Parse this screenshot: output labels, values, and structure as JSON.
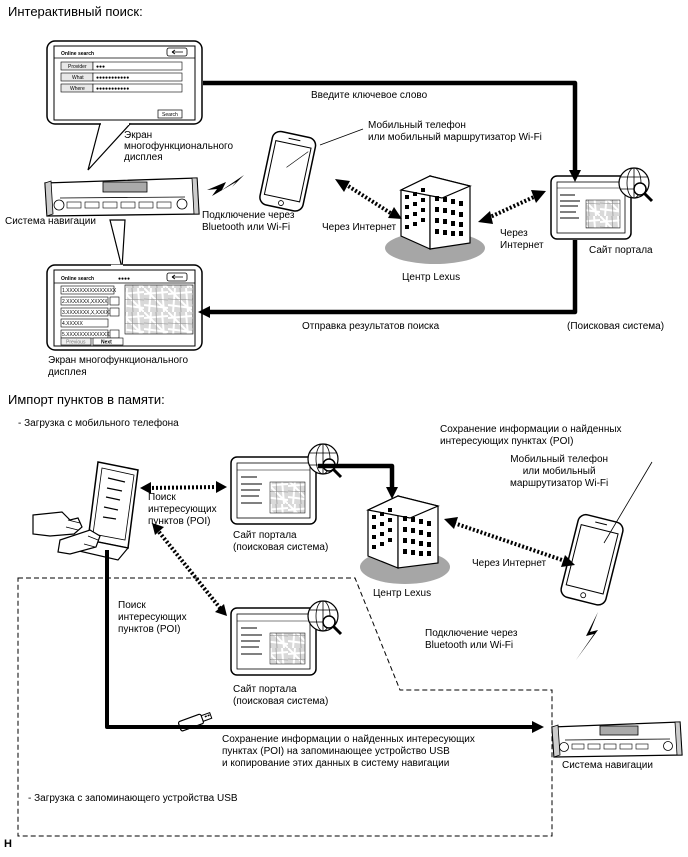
{
  "section1": {
    "heading": "Интерактивный поиск:",
    "screen_top": {
      "title": "Online search",
      "rows": [
        {
          "label": "Provider",
          "value": "●●●"
        },
        {
          "label": "What",
          "value": "●●●●●●●●●●●"
        },
        {
          "label": "Where",
          "value": "●●●●●●●●●●●"
        }
      ],
      "search_button": "Search"
    },
    "screen_bottom": {
      "title": "Online search",
      "title_dots": "●●●●",
      "results": [
        "1.XXXXXXXXXXXXXXX",
        "2.XXXXXXX,XXXXX",
        "3.XXXXXXX,X,XXXXX",
        "4.XXXXX",
        "5.XXXXXXXXXXXXXXX"
      ],
      "prev_button": "Previous",
      "next_button": "Next"
    },
    "labels": {
      "screen_top": "Экран\nмногофункционального\nдисплея",
      "nav_system": "Система навигации",
      "connection": "Подключение через\nBluetooth или Wi-Fi",
      "mobile": "Мобильный телефон\nили мобильный маршрутизатор Wi-Fi",
      "via_internet_left": "Через Интернет",
      "via_internet_right": "Через\nИнтернет",
      "lexus_center": "Центр Lexus",
      "portal_site": "Сайт портала",
      "enter_keyword": "Введите ключевое слово",
      "send_results": "Отправка результатов поиска",
      "search_system": "(Поисковая система)",
      "screen_bottom": "Экран многофункционального\nдисплея"
    }
  },
  "section2": {
    "heading": "Импорт пунктов в памяти:",
    "labels": {
      "download_mobile": "- Загрузка с мобильного телефона",
      "save_poi": "Сохранение информации о найденных\nинтересующих пунктах (POI)",
      "mobile": "Мобильный телефон\nили мобильный\nмаршрутизатор Wi-Fi",
      "poi_search_1": "Поиск\nинтересующих\nпунктов (POI)",
      "portal_1": "Сайт портала\n(поисковая система)",
      "lexus_center": "Центр Lexus",
      "via_internet": "Через Интернет",
      "poi_search_2": "Поиск\nинтересующих\nпунктов (POI)",
      "connection": "Подключение через\nBluetooth или Wi-Fi",
      "portal_2": "Сайт портала\n(поисковая система)",
      "save_usb": "Сохранение информации о найденных интересующих\nпунктах (POI) на запоминающее устройство USB\nи копирование этих данных в систему навигации",
      "nav_system": "Система навигации",
      "download_usb": "- Загрузка с запоминающего устройства USB"
    }
  },
  "footer": "H"
}
